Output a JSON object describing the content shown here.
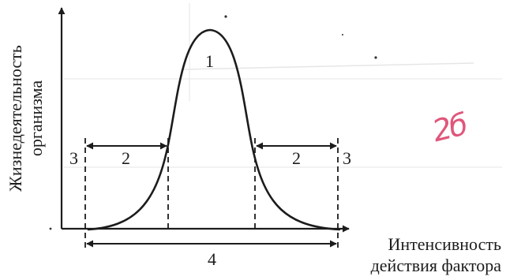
{
  "axes": {
    "y_label_line1": "Жизнедеятельность",
    "y_label_line2": "организма",
    "x_label_line1": "Интенсивность",
    "x_label_line2": "действия фактора"
  },
  "zones": {
    "optimum": "1",
    "pessimum": "2",
    "limit": "3",
    "tolerance": "4"
  },
  "annotation": {
    "grade": "2б"
  },
  "colors": {
    "ink": "#1c1c1c",
    "grade_ink": "#e0577b"
  }
}
